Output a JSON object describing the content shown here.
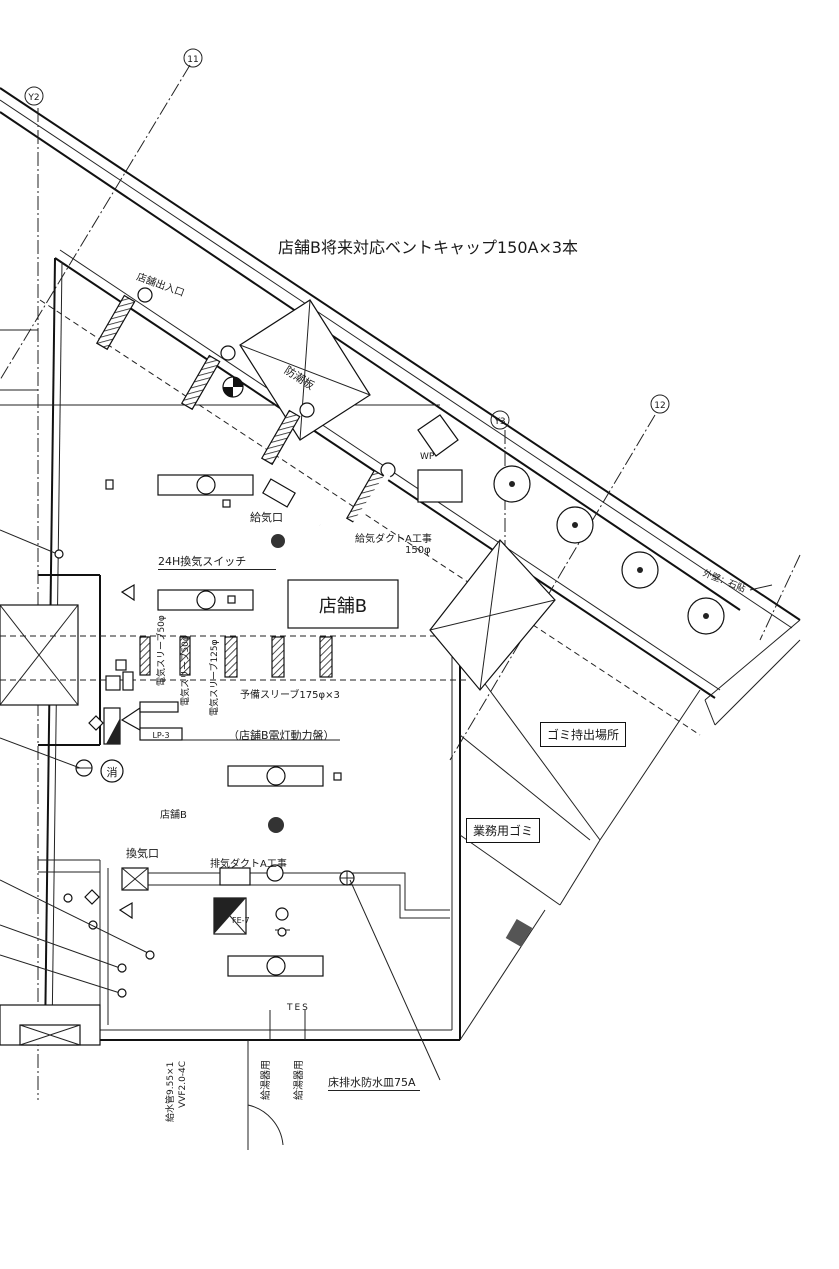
{
  "grid_labels": {
    "y2": "Y2",
    "y3": "Y3",
    "x11": "11",
    "x12": "12"
  },
  "labels": {
    "vent_cap": "店舗B将来対応ベントキャップ150A×3本",
    "entrance": "店舗出入口",
    "flood_board": "防潮板",
    "wp": "WP",
    "supply_vent": "給気口",
    "supply_duct": "給気ダクトA工事",
    "supply_duct_size": "150φ",
    "switch_24h": "24H換気スイッチ",
    "store_title": "店舗B",
    "exterior_wall": "外壁：石貼",
    "sleeve_elec1": "電気スリーブ50φ",
    "sleeve_elec2": "電気スリーブ50φ",
    "sleeve_elec3": "電気スリーブ125φ",
    "spare_sleeve": "予備スリーブ175φ×3",
    "lp": "LP-3",
    "panel": "（店舗B電灯動力盤）",
    "fire": "消",
    "store_small": "店舗B",
    "garbage_out": "ゴミ持出場所",
    "business_garbage": "業務用ゴミ",
    "exhaust_vent": "換気口",
    "exhaust_duct": "排気ダクトA工事",
    "fe": "FE-7",
    "floor_drain": "床排水防水皿75A",
    "hot_water": "給湯器用",
    "water_supply": "給湯器用",
    "cable1": "給水管9.55×1",
    "cable2": "VVF2.0-4C",
    "tes": "TES"
  },
  "colors": {
    "line": "#111111",
    "equipment_dot": "#333333"
  }
}
